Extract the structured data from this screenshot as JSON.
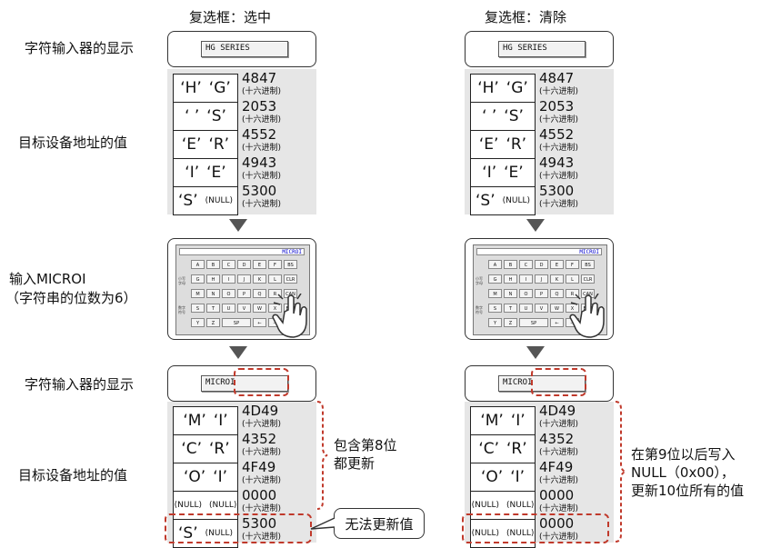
{
  "headers": {
    "left": "复选框：选中",
    "right": "复选框：清除"
  },
  "labels": {
    "display": "字符输入器的显示",
    "address": "目标设备地址的值",
    "input_line1": "输入MICROI",
    "input_line2": "（字符串的位数为6）"
  },
  "hex_unit": "(十六进制)",
  "before": {
    "display_text": "HG SERIES",
    "rows": [
      {
        "a": "‘H’",
        "b": "‘G’",
        "hex": "4847"
      },
      {
        "a": "‘ ’",
        "b": "‘S’",
        "hex": "2053"
      },
      {
        "a": "‘E’",
        "b": "‘R’",
        "hex": "4552"
      },
      {
        "a": "‘I’",
        "b": "‘E’",
        "hex": "4943"
      },
      {
        "a": "‘S’",
        "b": "(NULL)",
        "hex": "5300"
      }
    ]
  },
  "keyboard": {
    "input_text": "MICROI",
    "rows": [
      [
        "A",
        "B",
        "C",
        "D",
        "E",
        "F",
        "BS"
      ],
      [
        "G",
        "H",
        "I",
        "J",
        "K",
        "L",
        "CLR"
      ],
      [
        "M",
        "N",
        "O",
        "P",
        "Q",
        "R",
        "CAN"
      ],
      [
        "S",
        "T",
        "U",
        "V",
        "W",
        "X",
        "ENT"
      ],
      [
        "Y",
        "Z",
        "SP",
        "←",
        "→",
        ""
      ]
    ],
    "side_labels": [
      "小写字母",
      "数字符号"
    ]
  },
  "after_display_text": "MICROI",
  "after_left": {
    "rows": [
      {
        "a": "‘M’",
        "b": "‘I’",
        "hex": "4D49"
      },
      {
        "a": "‘C’",
        "b": "‘R’",
        "hex": "4352"
      },
      {
        "a": "‘O’",
        "b": "‘I’",
        "hex": "4F49"
      },
      {
        "a": "(NULL)",
        "b": "(NULL)",
        "hex": "0000"
      },
      {
        "a": "‘S’",
        "b": "(NULL)",
        "hex": "5300"
      }
    ]
  },
  "after_right": {
    "rows": [
      {
        "a": "‘M’",
        "b": "‘I’",
        "hex": "4D49"
      },
      {
        "a": "‘C’",
        "b": "‘R’",
        "hex": "4352"
      },
      {
        "a": "‘O’",
        "b": "‘I’",
        "hex": "4F49"
      },
      {
        "a": "(NULL)",
        "b": "(NULL)",
        "hex": "0000"
      },
      {
        "a": "(NULL)",
        "b": "(NULL)",
        "hex": "0000"
      }
    ]
  },
  "notes": {
    "left_line1": "包含第8位",
    "left_line2": "都更新",
    "callout": "无法更新值",
    "right_line1": "在第9位以后写入",
    "right_line2": "NULL（0x00），",
    "right_line3": "更新10位所有的值"
  }
}
